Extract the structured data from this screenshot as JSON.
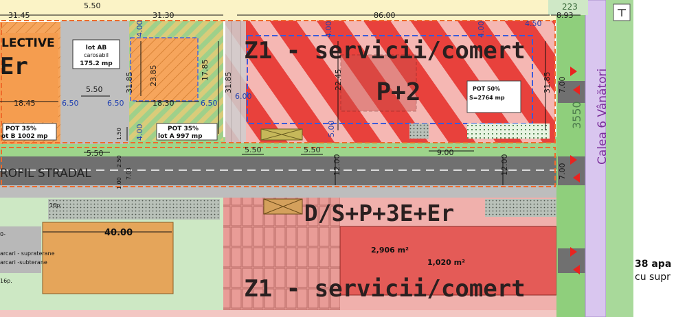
{
  "zones": {
    "z1_top": "Z1 - servicii/comert",
    "z1_bottom": "Z1 - servicii/comert",
    "height_top": "P+2",
    "height_bottom": "D/S+P+3E+Er",
    "collective": "LECTIVE",
    "er_left": "Er"
  },
  "road": {
    "profil": "ROFIL STRADAL",
    "street": "Calea 6 Vânători",
    "street_code": "3550"
  },
  "lots": {
    "ab_title": "lot AB",
    "ab_sub": "carosabil",
    "ab_area": "175.2 mp",
    "lot_b_pot": "POT 35%",
    "lot_b_area": "ot B  1002 mp",
    "lot_a_pot": "POT 35%",
    "lot_a_area": "lot A  997 mp",
    "z1_pot": "POT 50%",
    "z1_area": "S=2764 mp"
  },
  "dims": {
    "d3145": "31.45",
    "d550_top": "5.50",
    "d3130": "31.30",
    "d8600": "86.00",
    "d893": "8.93",
    "d450": "4.50",
    "d400_a": "4.00",
    "d400_b": "4.00",
    "d400_c": "4.00",
    "d400_d": "4.00",
    "d1845": "18.45",
    "d550_mid": "5.50",
    "d650_a": "6.50",
    "d650_b": "6.50",
    "d650_c": "6.50",
    "d1830": "18.30",
    "d2385": "23.85",
    "d1785": "17.85",
    "d3185_a": "31.85",
    "d3185_b": "31.85",
    "d3185_c": "31.85",
    "d600": "6.00",
    "d2245": "22.45",
    "d500": "5.00",
    "d700_a": "7.00",
    "d700_b": "7.00",
    "d150": "1.50",
    "d250": "2.50",
    "d703": "7.03",
    "d100": "1.00",
    "d550_l": "5.50",
    "d550_r1": "5.50",
    "d550_r2": "5.50",
    "d900": "9.00",
    "d1200_a": "12.00",
    "d1200_b": "12.00",
    "d4000": "40.00",
    "d223": "223"
  },
  "areas": {
    "a2906": "2,906 m²",
    "a1020": "1,020 m²"
  },
  "parking": {
    "p16_a": "16p.",
    "p16_b": "16p.",
    "supra": "arcari - supraterane",
    "subt": "arcari -subterane",
    "left_cut": "0-"
  },
  "side_text": {
    "line1": "38 apa",
    "line2": "cu supr"
  },
  "colors": {
    "orange": "#f6a55c",
    "red_zone": "#e8413c",
    "road": "#707070",
    "green": "#8fd07a",
    "street_lilac": "#d9c6ef",
    "pink": "#f3b9b5"
  }
}
